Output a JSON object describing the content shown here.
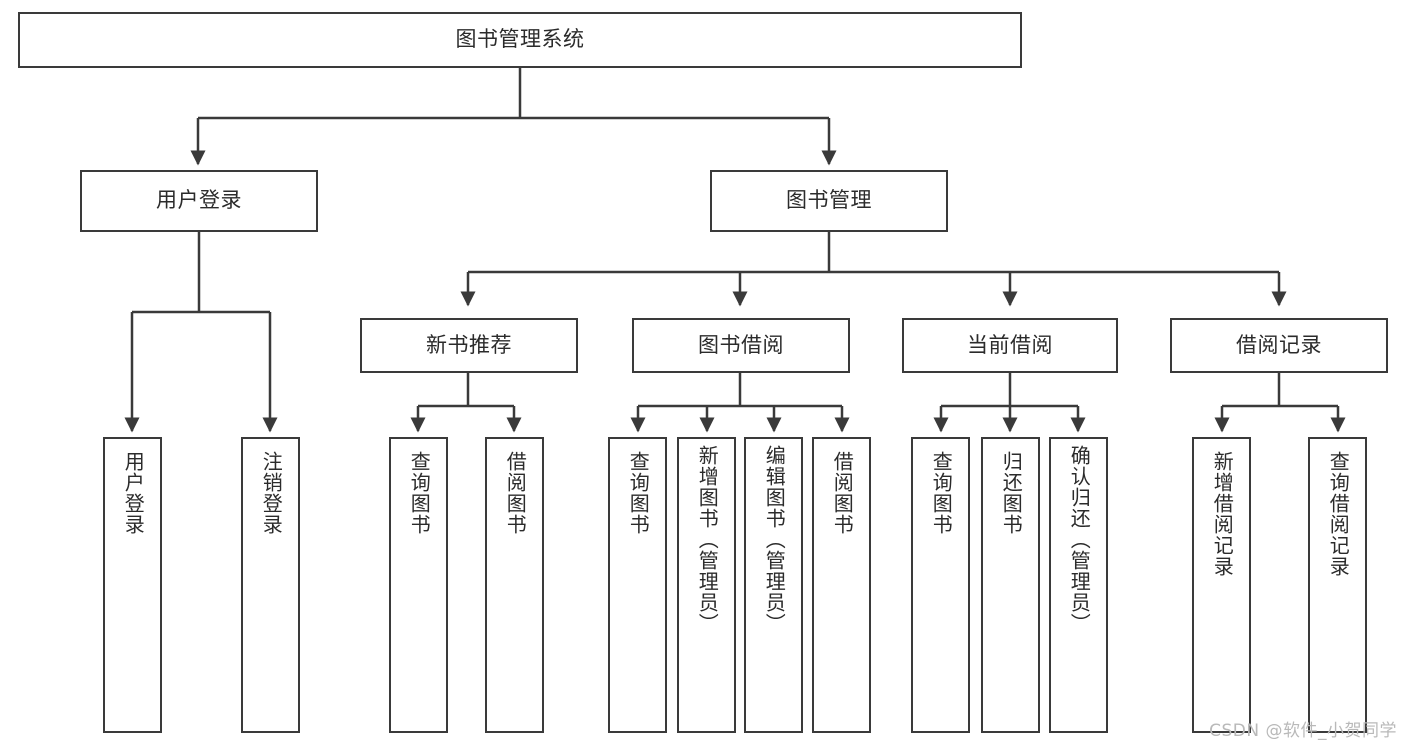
{
  "diagram": {
    "title": "图书管理系统",
    "watermark": "CSDN @软件_小贺同学",
    "line_color": "#3a3a3a",
    "text_color": "#2b2b2b",
    "background": "#ffffff"
  },
  "root": {
    "label": "图书管理系统"
  },
  "level2": [
    {
      "label": "用户登录"
    },
    {
      "label": "图书管理"
    }
  ],
  "level3": [
    {
      "label": "新书推荐"
    },
    {
      "label": "图书借阅"
    },
    {
      "label": "当前借阅"
    },
    {
      "label": "借阅记录"
    }
  ],
  "leaves": {
    "user_login": [
      {
        "label": "用户登录"
      },
      {
        "label": "注销登录"
      }
    ],
    "new_book": [
      {
        "label": "查询图书"
      },
      {
        "label": "借阅图书"
      }
    ],
    "borrow": [
      {
        "label": "查询图书"
      },
      {
        "label": "新增图书（管理员）"
      },
      {
        "label": "编辑图书（管理员）"
      },
      {
        "label": "借阅图书"
      }
    ],
    "current": [
      {
        "label": "查询图书"
      },
      {
        "label": "归还图书"
      },
      {
        "label": "确认归还（管理员）"
      }
    ],
    "records": [
      {
        "label": "新增借阅记录"
      },
      {
        "label": "查询借阅记录"
      }
    ]
  }
}
